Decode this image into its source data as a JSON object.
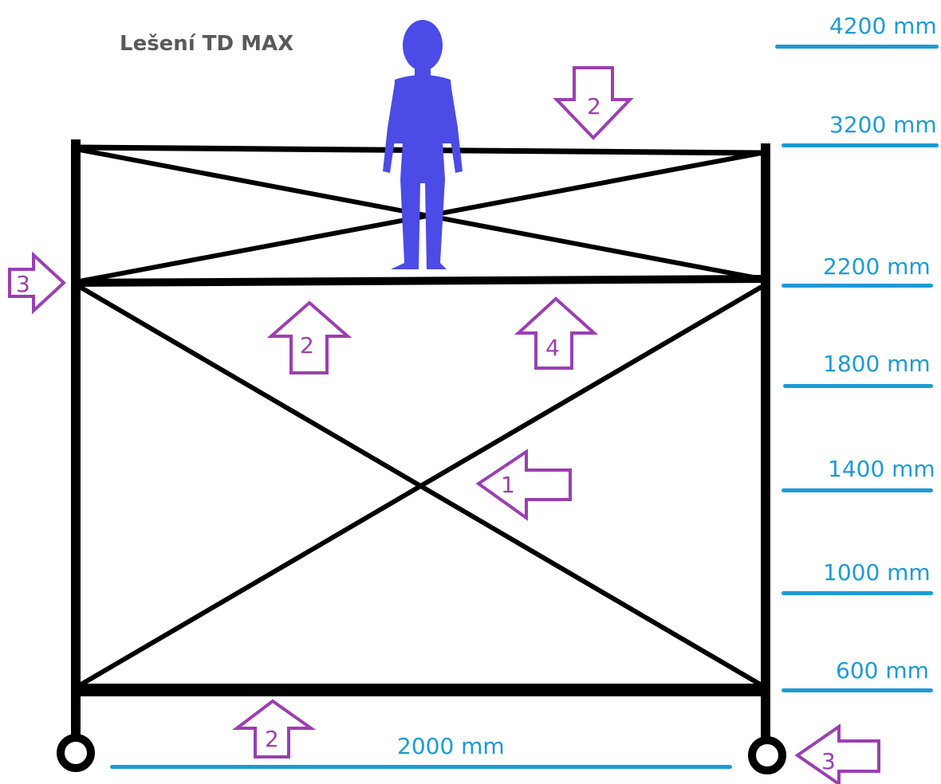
{
  "title": "Lešení TD MAX",
  "colors": {
    "frame": "#000000",
    "dimension": "#1e9ad6",
    "marker": "#9b3fb0",
    "figure": "#4b4be6"
  },
  "height_labels": [
    "4200 mm",
    "3200 mm",
    "2200 mm",
    "1800 mm",
    "1400 mm",
    "1000 mm",
    "600 mm"
  ],
  "width_label": "2000 mm",
  "markers": [
    "2",
    "3",
    "2",
    "4",
    "1",
    "2",
    "3"
  ]
}
